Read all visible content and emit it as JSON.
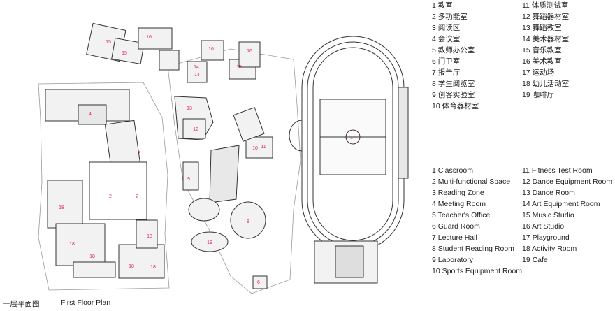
{
  "legend_cn": {
    "col1": [
      "1 教室",
      "2 多功能室",
      "3 阅读区",
      "4 会议室",
      "5 教师办公室",
      "6 门卫室",
      "7 报告厅",
      "8 学生阅览室",
      "9 创客实验室",
      "10 体育器材室"
    ],
    "col2": [
      "11 体质测试室",
      "12 舞蹈器材室",
      "13 舞蹈教室",
      "14 美术器材室",
      "15 音乐教室",
      "16 美术教室",
      "17 运动场",
      "18 幼儿活动室",
      "19 咖啡厅"
    ]
  },
  "legend_en": {
    "col1": [
      "1 Classroom",
      "2 Multi-functional Space",
      "3 Reading Zone",
      "4 Meeting Room",
      "5 Teacher's Office",
      "6 Guard Room",
      "7 Lecture Hall",
      "8 Student Reading Room",
      "9 Laboratory",
      "10 Sports Equipment Room"
    ],
    "col2": [
      "11 Fitness Test Room",
      "12 Dance Equipment Room",
      "13 Dance Room",
      "14 Art Equipment Room",
      "15 Music Studio",
      "16 Art Studio",
      "17 Playground",
      "18 Activity Room",
      "19 Cafe"
    ]
  },
  "footer": {
    "title_cn": "一层平面图",
    "title_en": "First Floor Plan"
  },
  "room_labels": [
    "16",
    "15",
    "15",
    "16",
    "16",
    "15",
    "14",
    "14",
    "13",
    "12",
    "11",
    "10",
    "9",
    "4",
    "3",
    "2",
    "2",
    "18",
    "18",
    "18",
    "18",
    "18",
    "18",
    "19",
    "8",
    "17",
    "6"
  ],
  "colors": {
    "label": "#e0217a",
    "line": "#333333",
    "fill_light": "#ececec"
  }
}
